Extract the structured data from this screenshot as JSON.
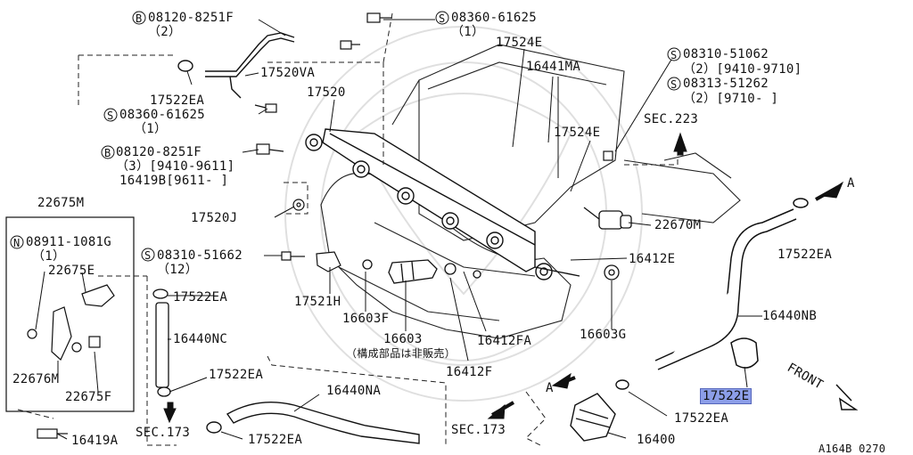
{
  "diagram": {
    "code": "A164B 0270",
    "labels": {
      "b_08120_8251F_top": "08120-8251F",
      "b_08120_8251F_top_qty": "（2）",
      "s_08360_61625_top": "08360-61625",
      "s_08360_61625_top_qty": "（1）",
      "p17520VA": "17520VA",
      "p17524E_top": "17524E",
      "p16441MA": "16441MA",
      "p17522EA_tl": "17522EA",
      "p17520": "17520",
      "s_08360_61625_mid": "08360-61625",
      "s_08360_61625_mid_qty": "（1）",
      "s_08310_51062": "08310-51062",
      "s_08310_51062_qty": "（2）[9410-9710]",
      "s_08313_51262": "08313-51262",
      "s_08313_51262_qty": "（2）[9710-      ]",
      "sec223": "SEC.223",
      "p17524E_mid": "17524E",
      "b_08120_8251F_mid": "08120-8251F",
      "b_08120_8251F_mid_qty": "（3）[9410-9611]",
      "p16419B": "16419B[9611-    ]",
      "p22675M": "22675M",
      "n_08911_1081G": "08911-1081G",
      "n_08911_1081G_qty": "（1）",
      "p22675E": "22675E",
      "p17520J": "17520J",
      "p22670M": "22670M",
      "arrowA_top": "A",
      "p17522EA_right": "17522EA",
      "s_08310_51662": "08310-51662",
      "s_08310_51662_qty": "（12）",
      "p16412E": "16412E",
      "p17522EA_mid": "17522EA",
      "p17521H": "17521H",
      "p16603F": "16603F",
      "p16440NC": "16440NC",
      "p16603": "16603",
      "p16603_note": "（構成部品は非販売）",
      "p16412FA": "16412FA",
      "p16603G": "16603G",
      "p16440NB": "16440NB",
      "p22676M": "22676M",
      "p22675F": "22675F",
      "p16412F": "16412F",
      "p17522EA_low": "17522EA",
      "p16440NA": "16440NA",
      "arrowA_mid": "A",
      "p17522E_highlight": "17522E",
      "front": "FRONT",
      "p17522EA_br": "17522EA",
      "sec173_left": "SEC.173",
      "p17522EA_bottom": "17522EA",
      "sec173_mid": "SEC.173",
      "p16400": "16400",
      "p16419A": "16419A",
      "sym_B": "B",
      "sym_S": "S",
      "sym_N": "N"
    }
  }
}
